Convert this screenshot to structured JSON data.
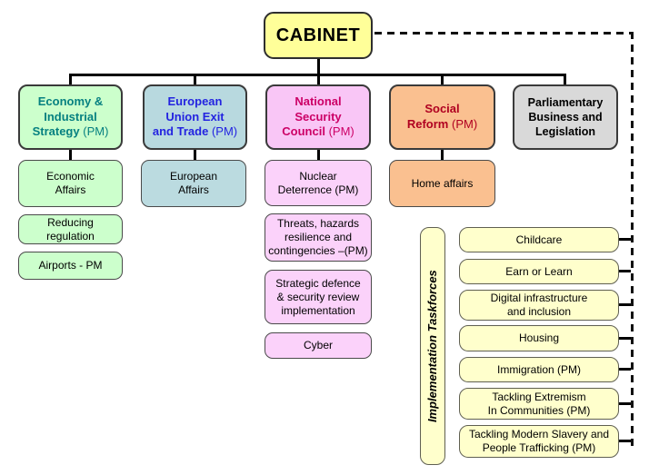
{
  "cabinet": {
    "label": "CABINET"
  },
  "committees": [
    {
      "title": "Economy &\nIndustrial\nStrategy",
      "suffix": "(PM)",
      "bg": "#CCFFCC",
      "fg": "#068080"
    },
    {
      "title": "European\nUnion Exit\nand Trade",
      "suffix": "(PM)",
      "bg": "#B8D9DF",
      "fg": "#2323E0"
    },
    {
      "title": "National\nSecurity\nCouncil",
      "suffix": "(PM)",
      "bg": "#F9C6F6",
      "fg": "#CC0066"
    },
    {
      "title": "Social\nReform",
      "suffix": "(PM)",
      "bg": "#FAC090",
      "fg": "#B00020"
    },
    {
      "title": "Parliamentary\nBusiness and\nLegislation",
      "suffix": "",
      "bg": "#D9D9D9",
      "fg": "#000000"
    }
  ],
  "subcommittees": {
    "economy": [
      "Economic\nAffairs",
      "Reducing\nregulation",
      "Airports - PM"
    ],
    "eu_exit": [
      "European\nAffairs"
    ],
    "national_security": [
      "Nuclear\nDeterrence (PM)",
      "Threats, hazards\nresilience and\ncontingencies –(PM)",
      "Strategic defence\n& security review\nimplementation",
      "Cyber"
    ],
    "social_reform": [
      "Home affairs"
    ]
  },
  "taskforces": {
    "header": "Implementation Taskforces",
    "items": [
      "Childcare",
      "Earn or Learn",
      "Digital infrastructure\nand inclusion",
      "Housing",
      "Immigration (PM)",
      "Tackling Extremism\nIn Communities (PM)",
      "Tackling Modern Slavery and\nPeople Trafficking (PM)"
    ]
  },
  "colors": {
    "cabinet_bg": "#FFFF99",
    "taskforce_bg": "#FFFFCC",
    "economy_bg": "#CCFFCC",
    "eu_bg": "#B8D9DF",
    "nsc_bg": "#F9C6F6",
    "social_bg": "#FAC090",
    "parliamentary_bg": "#D9D9D9",
    "line_color": "#000000"
  }
}
